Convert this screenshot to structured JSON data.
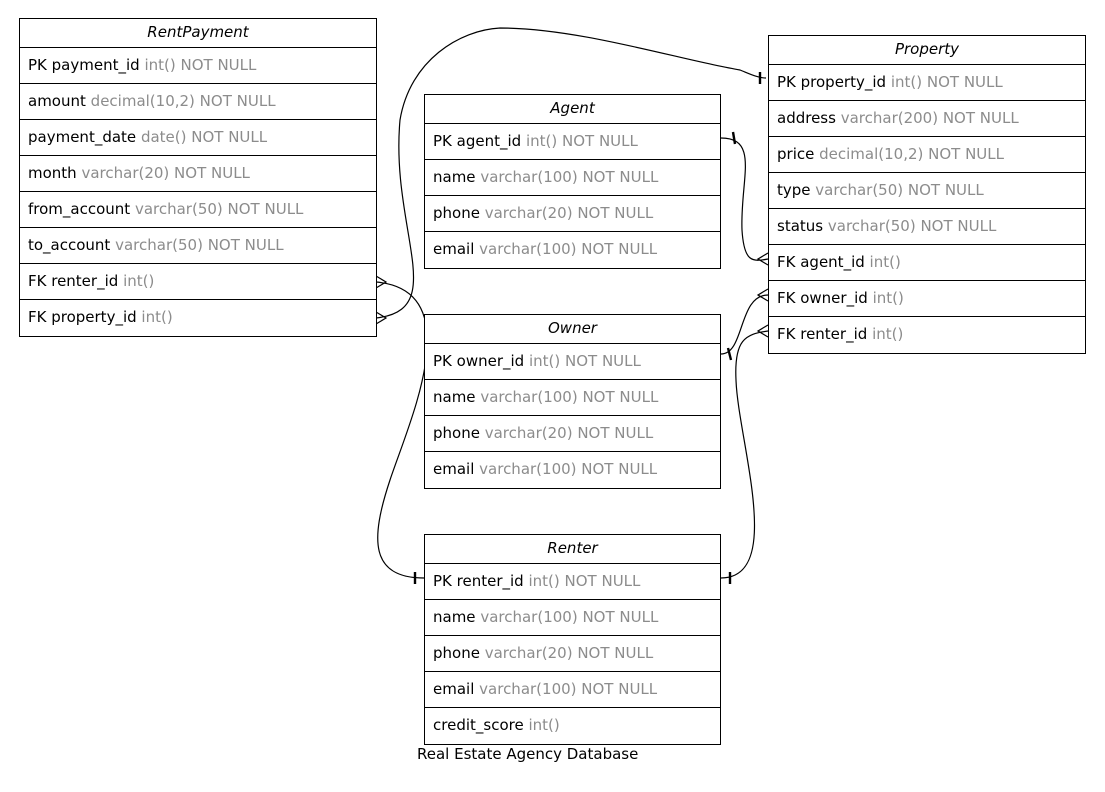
{
  "caption": "Real Estate Agency Database",
  "entities": {
    "rentpayment": {
      "title": "RentPayment",
      "fields": [
        {
          "name": "PK payment_id",
          "type": "int() NOT NULL"
        },
        {
          "name": "amount",
          "type": "decimal(10,2) NOT NULL"
        },
        {
          "name": "payment_date",
          "type": "date() NOT NULL"
        },
        {
          "name": "month",
          "type": "varchar(20) NOT NULL"
        },
        {
          "name": "from_account",
          "type": "varchar(50) NOT NULL"
        },
        {
          "name": "to_account",
          "type": "varchar(50) NOT NULL"
        },
        {
          "name": "FK renter_id",
          "type": "int()"
        },
        {
          "name": "FK property_id",
          "type": "int()"
        }
      ]
    },
    "agent": {
      "title": "Agent",
      "fields": [
        {
          "name": "PK agent_id",
          "type": "int() NOT NULL"
        },
        {
          "name": "name",
          "type": "varchar(100) NOT NULL"
        },
        {
          "name": "phone",
          "type": "varchar(20) NOT NULL"
        },
        {
          "name": "email",
          "type": "varchar(100) NOT NULL"
        }
      ]
    },
    "owner": {
      "title": "Owner",
      "fields": [
        {
          "name": "PK owner_id",
          "type": "int() NOT NULL"
        },
        {
          "name": "name",
          "type": "varchar(100) NOT NULL"
        },
        {
          "name": "phone",
          "type": "varchar(20) NOT NULL"
        },
        {
          "name": "email",
          "type": "varchar(100) NOT NULL"
        }
      ]
    },
    "renter": {
      "title": "Renter",
      "fields": [
        {
          "name": "PK renter_id",
          "type": "int() NOT NULL"
        },
        {
          "name": "name",
          "type": "varchar(100) NOT NULL"
        },
        {
          "name": "phone",
          "type": "varchar(20) NOT NULL"
        },
        {
          "name": "email",
          "type": "varchar(100) NOT NULL"
        },
        {
          "name": "credit_score",
          "type": "int()"
        }
      ]
    },
    "property": {
      "title": "Property",
      "fields": [
        {
          "name": "PK property_id",
          "type": "int() NOT NULL"
        },
        {
          "name": "address",
          "type": "varchar(200) NOT NULL"
        },
        {
          "name": "price",
          "type": "decimal(10,2) NOT NULL"
        },
        {
          "name": "type",
          "type": "varchar(50) NOT NULL"
        },
        {
          "name": "status",
          "type": "varchar(50) NOT NULL"
        },
        {
          "name": "FK agent_id",
          "type": "int()"
        },
        {
          "name": "FK owner_id",
          "type": "int()"
        },
        {
          "name": "FK renter_id",
          "type": "int()"
        }
      ]
    }
  }
}
